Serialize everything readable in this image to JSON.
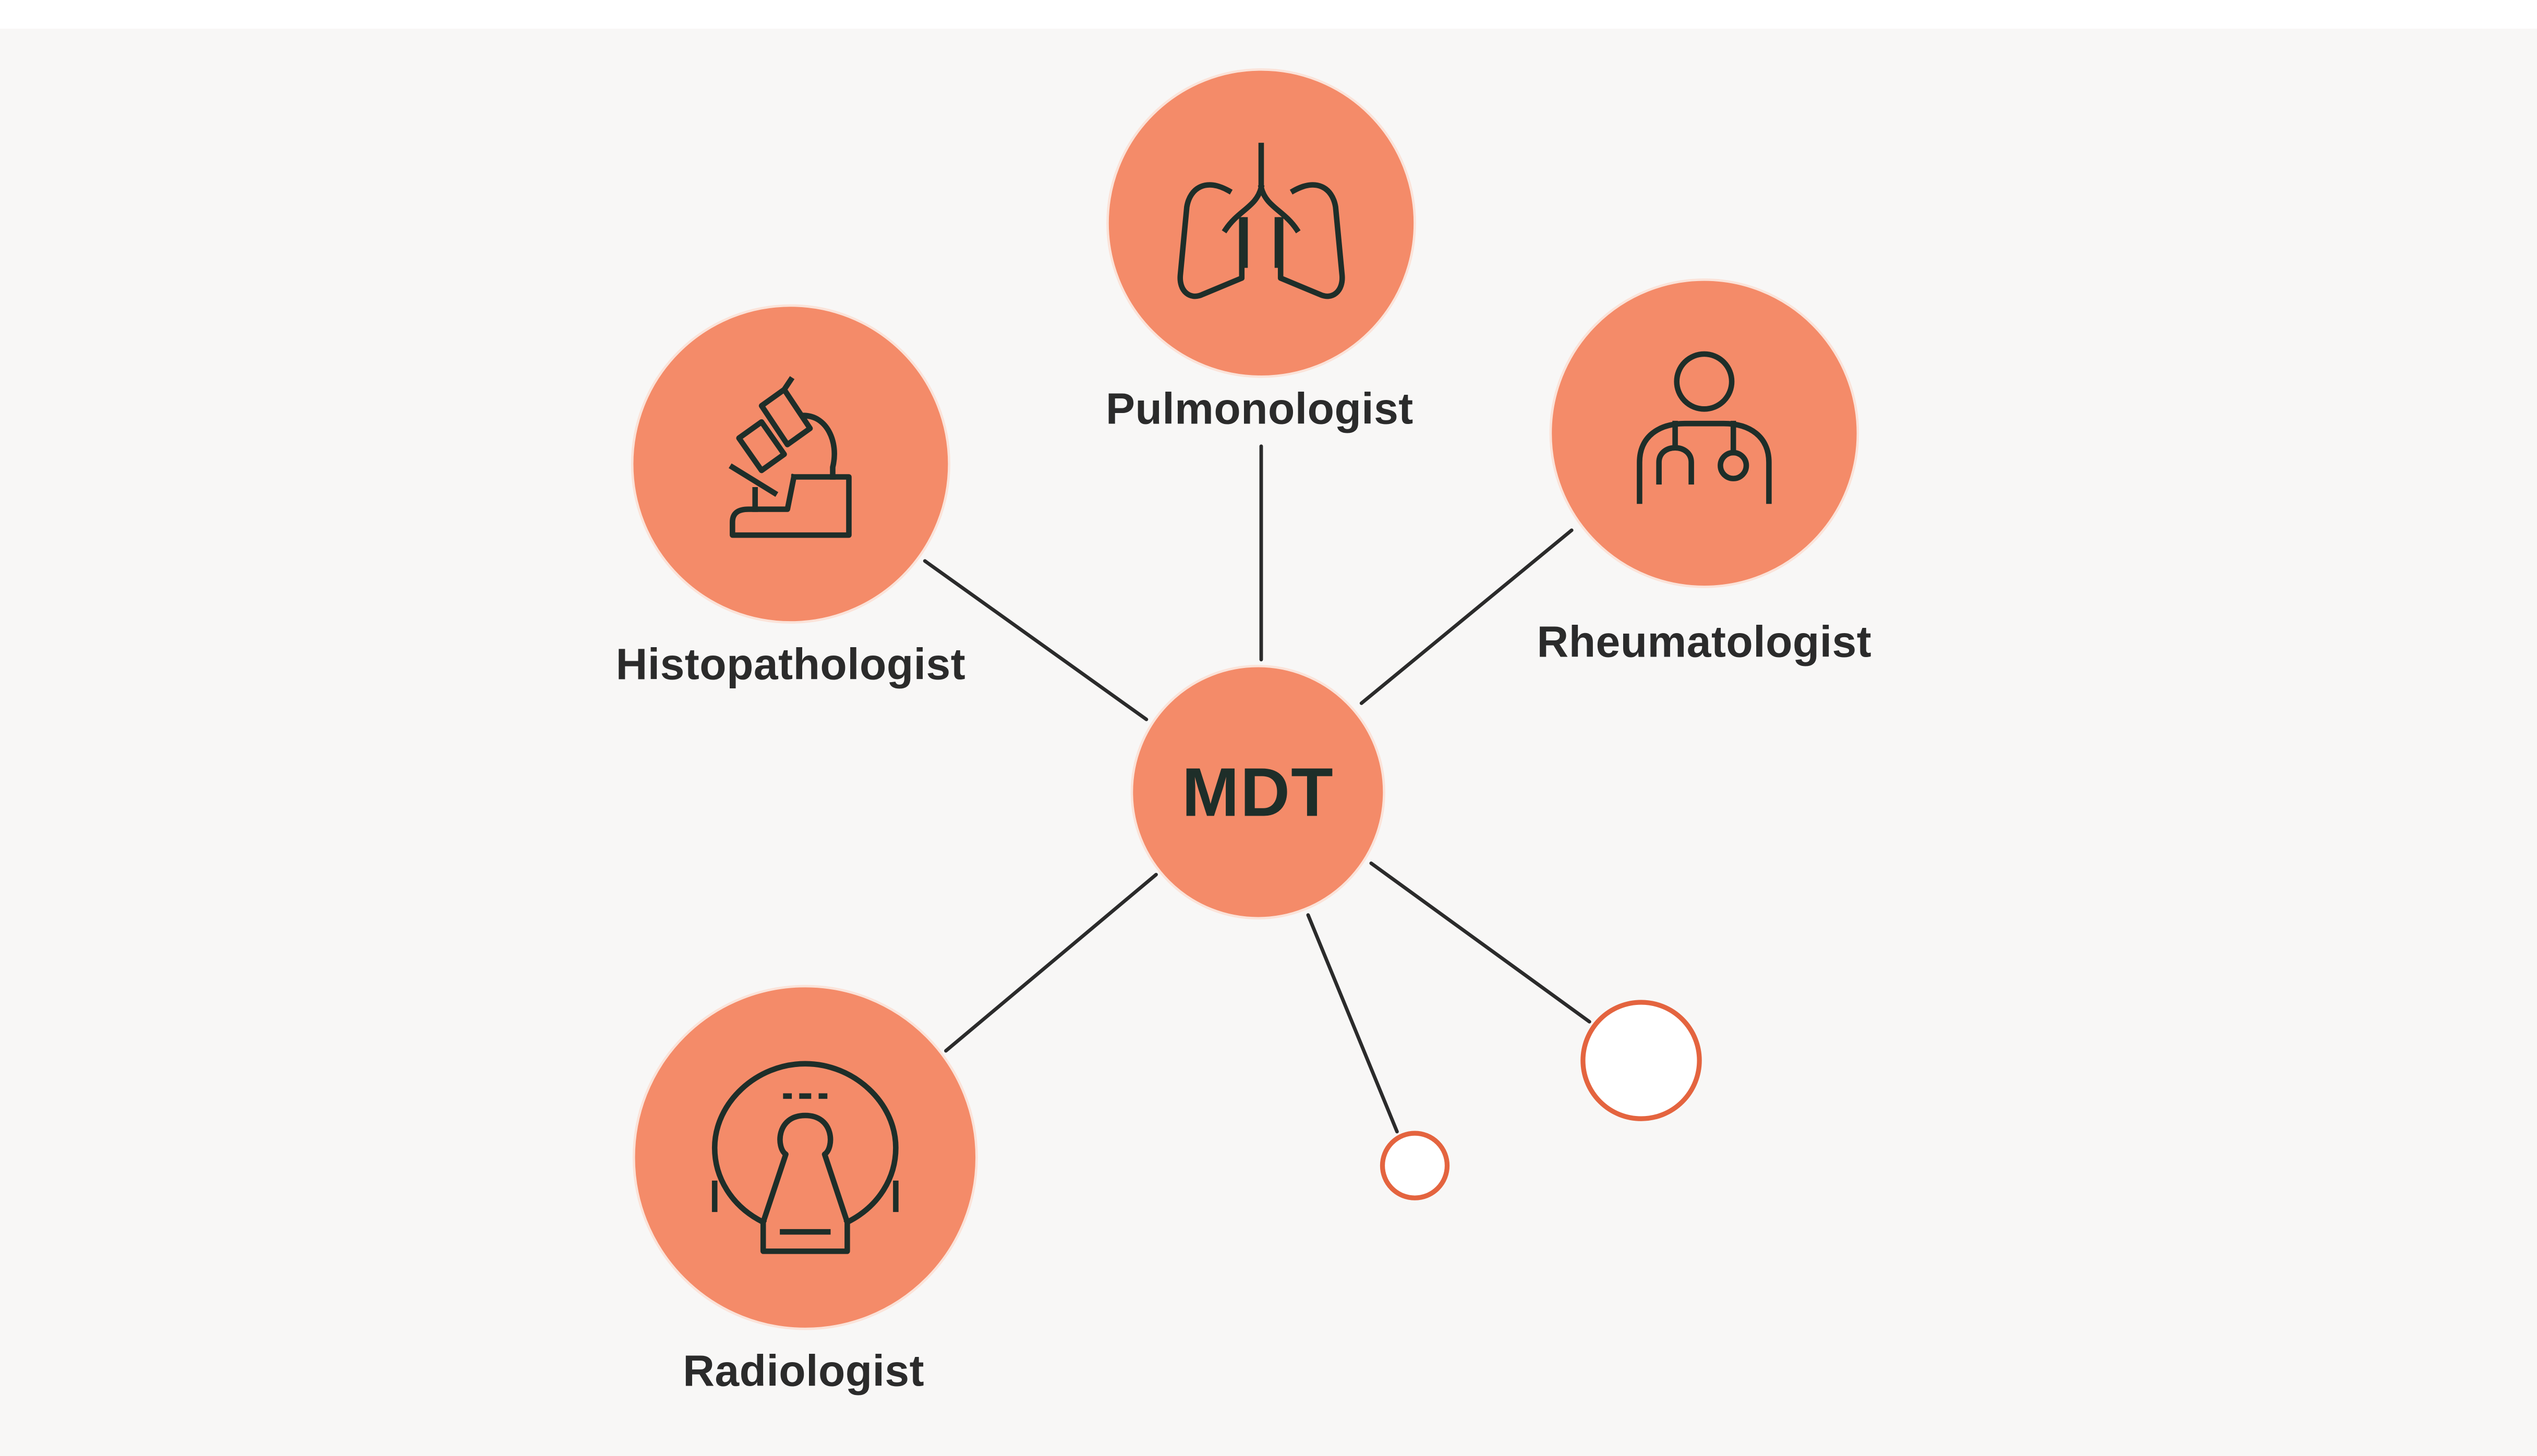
{
  "diagram": {
    "hub": {
      "label": "MDT"
    },
    "nodes": [
      {
        "id": "pulmonologist",
        "label": "Pulmonologist",
        "icon": "lungs-icon"
      },
      {
        "id": "histopathologist",
        "label": "Histopathologist",
        "icon": "microscope-icon"
      },
      {
        "id": "rheumatologist",
        "label": "Rheumatologist",
        "icon": "doctor-stethoscope-icon"
      },
      {
        "id": "radiologist",
        "label": "Radiologist",
        "icon": "mri-scanner-icon"
      }
    ],
    "empty_nodes": [
      {
        "id": "empty-small"
      },
      {
        "id": "empty-medium"
      }
    ]
  },
  "colors": {
    "background": "#f8f7f6",
    "node_fill": "#f48b69",
    "node_halo": "#fbe3d9",
    "empty_node_stroke": "#e4643f",
    "icon_stroke": "#1e2e29",
    "connector": "#2b2b2b",
    "text": "#2b2b2b"
  }
}
